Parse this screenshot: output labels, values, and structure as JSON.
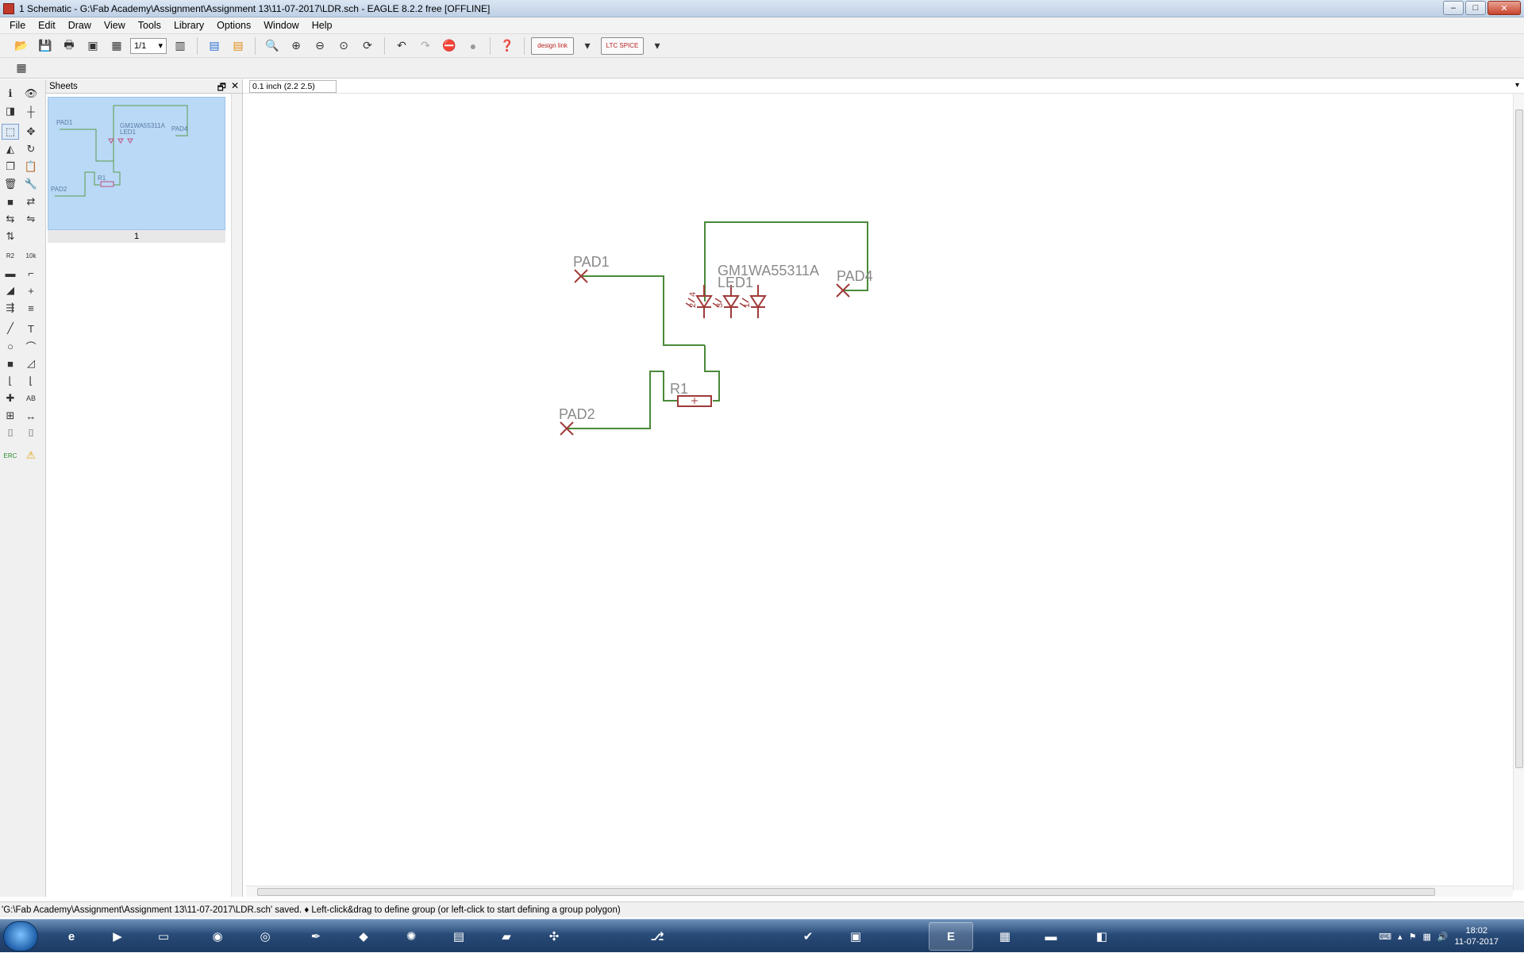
{
  "window": {
    "title": "1 Schematic - G:\\Fab Academy\\Assignment\\Assignment 13\\11-07-2017\\LDR.sch - EAGLE 8.2.2 free [OFFLINE]",
    "minimize": "‒",
    "maximize": "□",
    "close": "✕"
  },
  "menu": [
    "File",
    "Edit",
    "Draw",
    "View",
    "Tools",
    "Library",
    "Options",
    "Window",
    "Help"
  ],
  "toolbar": {
    "sheet_select": "1/1",
    "designlink_label": "design link",
    "ltspice_label": "LTC SPICE"
  },
  "toolbar_icons": [
    "open-icon",
    "save-icon",
    "print-icon",
    "cam-icon",
    "board-switch-icon",
    "sheet-select",
    "stack-icon",
    "script-icon",
    "run-ulp-icon",
    "zoom-fit-icon",
    "zoom-in-icon",
    "zoom-out-icon",
    "zoom-select-icon",
    "redraw-icon",
    "undo-icon",
    "redo-icon",
    "stop-icon",
    "go-icon",
    "help-icon"
  ],
  "sheets_panel": {
    "title": "Sheets",
    "sheet_number": "1",
    "thumb_labels": [
      "PAD1",
      "PAD2",
      "PAD4",
      "GM1WA55311A",
      "LED1",
      "R1"
    ]
  },
  "editor": {
    "coordinate": "0.1 inch (2.2 2.5)"
  },
  "schematic": {
    "labels": {
      "pad1": "PAD1",
      "pad2": "PAD2",
      "pad4": "PAD4",
      "led_value": "GM1WA55311A",
      "led_name": "LED1",
      "r1": "R1",
      "pin2": "2",
      "pin4": "4",
      "pin3": "3",
      "pin1": "1"
    },
    "wire_color": "#4a8a3a",
    "part_color": "#a03a3a"
  },
  "status": {
    "message": "'G:\\Fab Academy\\Assignment\\Assignment 13\\11-07-2017\\LDR.sch' saved.  ♦ Left-click&drag to define group (or left-click to start defining a group polygon)"
  },
  "taskbar": {
    "time": "18:02",
    "date": "11-07-2017"
  }
}
